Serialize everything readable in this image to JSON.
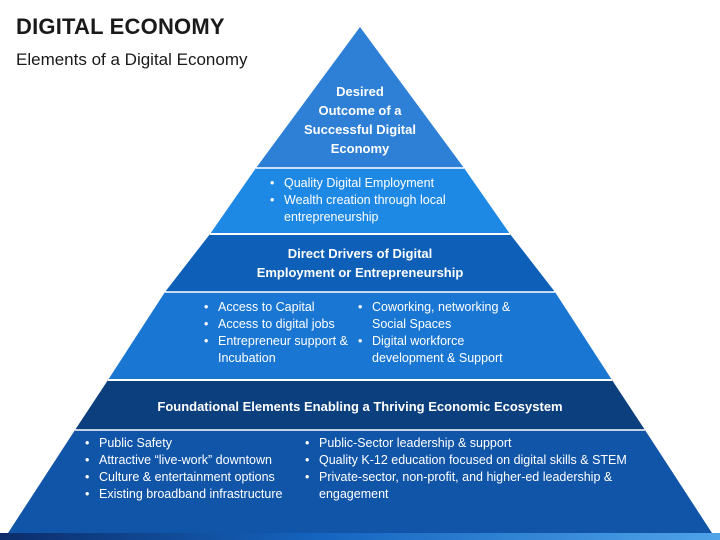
{
  "title": "DIGITAL ECONOMY",
  "subtitle": "Elements of a Digital Economy",
  "colors": {
    "tier1_header": "#2e7fd6",
    "tier1_body": "#1e88e5",
    "tier2_header": "#0d5fb8",
    "tier2_body": "#1976d2",
    "tier3_header": "#0b3f7e",
    "tier3_body": "#1155a8",
    "text": "#ffffff"
  },
  "tiers": [
    {
      "header": [
        "Desired",
        "Outcome of a",
        "Successful Digital",
        "Economy"
      ],
      "bullets": [
        "Quality Digital Employment",
        "Wealth creation through local entrepreneurship"
      ]
    },
    {
      "header": [
        "Direct Drivers of Digital",
        "Employment or Entrepreneurship"
      ],
      "bullets_left": [
        "Access to Capital",
        "Access to digital jobs",
        "Entrepreneur support & Incubation"
      ],
      "bullets_right": [
        "Coworking, networking & Social Spaces",
        "Digital workforce development & Support"
      ]
    },
    {
      "header": [
        "Foundational Elements Enabling a Thriving Economic Ecosystem"
      ],
      "bullets_left": [
        "Public Safety",
        "Attractive “live-work” downtown",
        "Culture & entertainment options",
        "Existing broadband infrastructure"
      ],
      "bullets_right": [
        "Public-Sector leadership & support",
        "Quality K-12 education focused on digital skills & STEM",
        "Private-sector, non-profit, and higher-ed leadership & engagement"
      ]
    }
  ]
}
